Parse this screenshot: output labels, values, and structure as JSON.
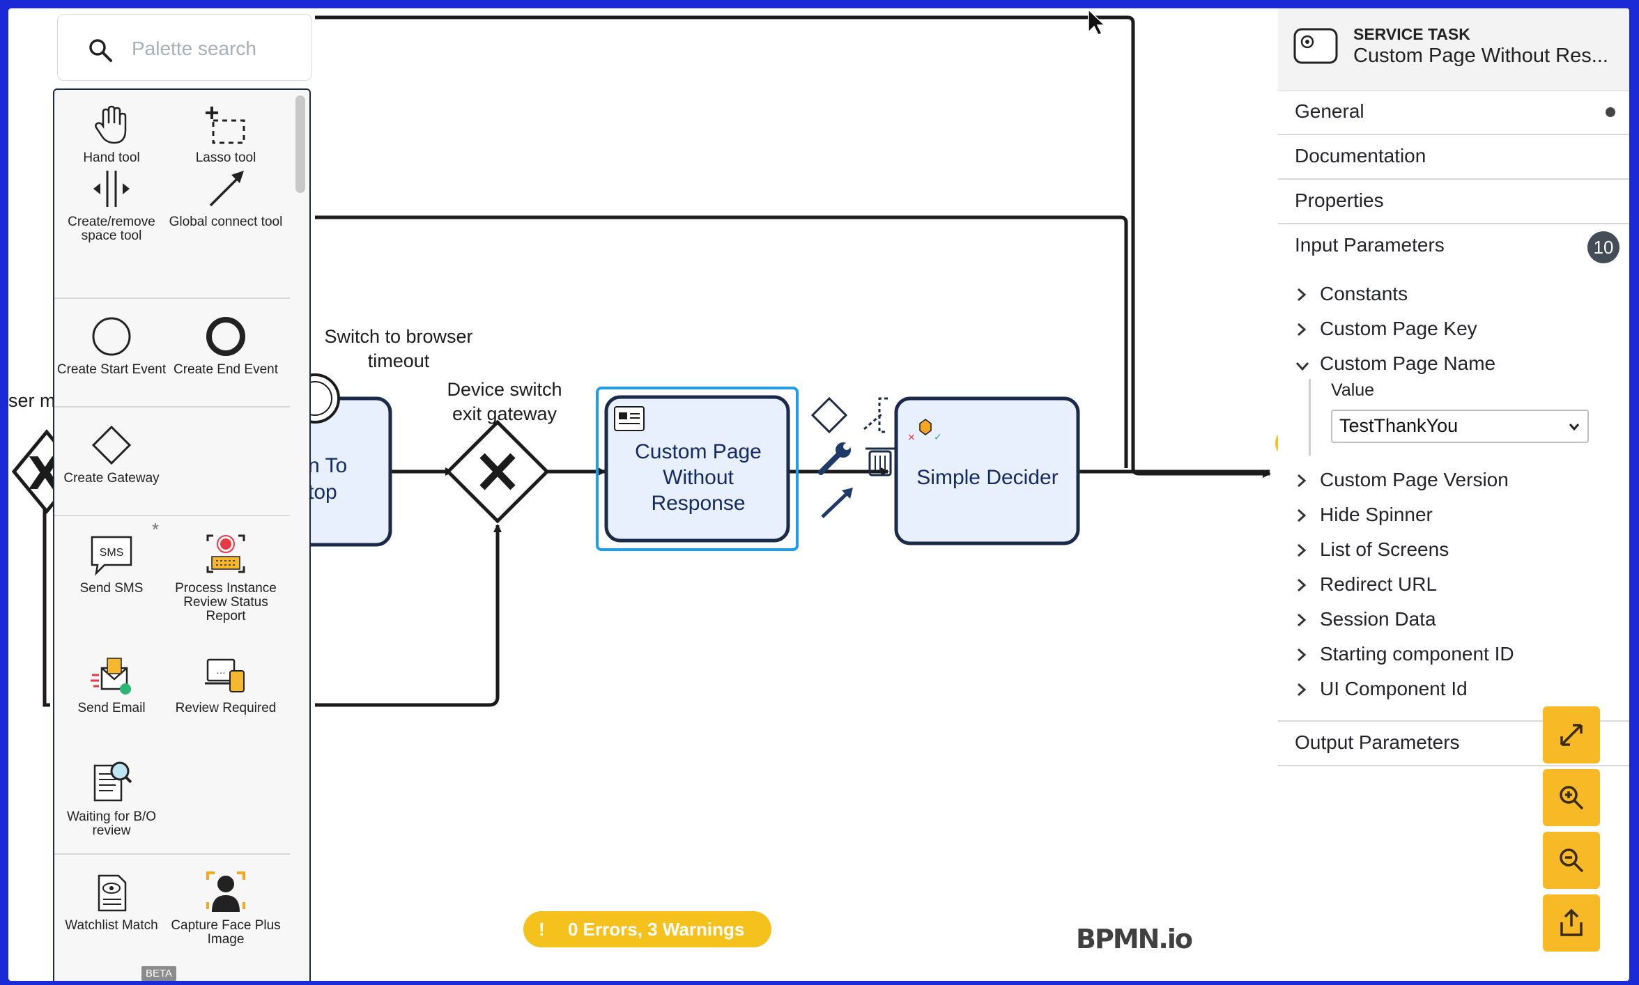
{
  "diagram": {
    "labels": {
      "user_fragment": "ser m",
      "switch_timeout": [
        "Switch to browser",
        "timeout"
      ],
      "device_switch_gateway": [
        "Device switch",
        "exit gateway"
      ],
      "task_partial": [
        "n To",
        "top"
      ],
      "custom_page_task": [
        "Custom Page",
        "Without",
        "Response"
      ],
      "simple_decider": "Simple Decider"
    }
  },
  "palette": {
    "search_placeholder": "Palette search",
    "tools": [
      {
        "label": "Hand tool",
        "icon": "hand-icon"
      },
      {
        "label": "Lasso tool",
        "icon": "lasso-icon"
      },
      {
        "label": "Create/remove space tool",
        "icon": "space-tool-icon"
      },
      {
        "label": "Global connect tool",
        "icon": "connect-arrow-icon"
      },
      {
        "label": "Create Start Event",
        "icon": "start-event-icon"
      },
      {
        "label": "Create End Event",
        "icon": "end-event-icon"
      },
      {
        "label": "Create Gateway",
        "icon": "gateway-icon"
      },
      {
        "label": "Send SMS",
        "icon": "sms-icon"
      },
      {
        "label": "Process Instance Review Status Report",
        "icon": "report-icon"
      },
      {
        "label": "Send Email",
        "icon": "email-icon"
      },
      {
        "label": "Review Required",
        "icon": "review-icon"
      },
      {
        "label": "Waiting for B/O review",
        "icon": "document-search-icon"
      },
      {
        "label": "Watchlist Match",
        "icon": "watchlist-icon"
      },
      {
        "label": "Capture Face Plus Image",
        "icon": "face-capture-icon"
      }
    ],
    "beta_label": "BETA",
    "sms_icon_text": "SMS"
  },
  "properties": {
    "type": "SERVICE TASK",
    "name": "Custom Page Without Res...",
    "groups": {
      "general": "General",
      "documentation": "Documentation",
      "properties": "Properties",
      "input_parameters": "Input Parameters",
      "input_count": "10",
      "output_parameters": "Output Parameters"
    },
    "inputs": [
      "Constants",
      "Custom Page Key",
      "Custom Page Name",
      "Custom Page Version",
      "Hide Spinner",
      "List of Screens",
      "Redirect URL",
      "Session Data",
      "Starting component ID",
      "UI Component Id"
    ],
    "value_label": "Value",
    "value_selected": "TestThankYou"
  },
  "status": {
    "text": "0 Errors, 3 Warnings",
    "icon": "!"
  },
  "logo": "BPMN.io",
  "controls": [
    "fullscreen-icon",
    "zoom-in-icon",
    "zoom-out-icon",
    "export-icon"
  ],
  "colors": {
    "accent": "#f7b926",
    "task_fill": "#e8effd",
    "selection": "#1a9ff0",
    "stroke": "#1b2a4a"
  }
}
